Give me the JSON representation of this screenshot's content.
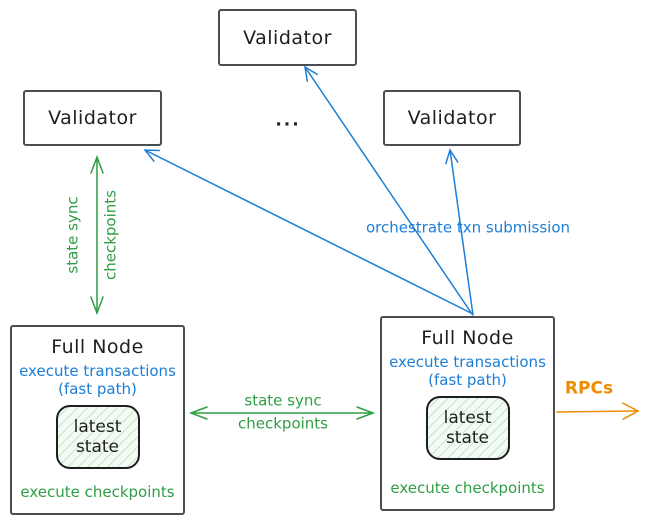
{
  "colors": {
    "green": "#2f9e44",
    "blue": "#1c7ed6",
    "orange": "#f08c00",
    "ink": "#1e1e1e",
    "box_border": "#4a4d52",
    "state_fill": "#f4fbf4",
    "state_hatch": "#bfe7c8"
  },
  "validators": {
    "top": "Validator",
    "left": "Validator",
    "right": "Validator"
  },
  "ellipsis": "...",
  "full_node_left": {
    "title": "Full Node",
    "exec_line1": "execute transactions",
    "exec_line2": "(fast path)",
    "state_line1": "latest",
    "state_line2": "state",
    "checkpoints": "execute checkpoints"
  },
  "full_node_right": {
    "title": "Full Node",
    "exec_line1": "execute transactions",
    "exec_line2": "(fast path)",
    "state_line1": "latest",
    "state_line2": "state",
    "checkpoints": "execute checkpoints"
  },
  "edge_labels": {
    "vertical_sync_line1": "state sync",
    "vertical_sync_line2": "checkpoints",
    "horizontal_sync_line1": "state sync",
    "horizontal_sync_line2": "checkpoints",
    "orchestrate": "orchestrate txn submission",
    "rpcs": "RPCs"
  }
}
